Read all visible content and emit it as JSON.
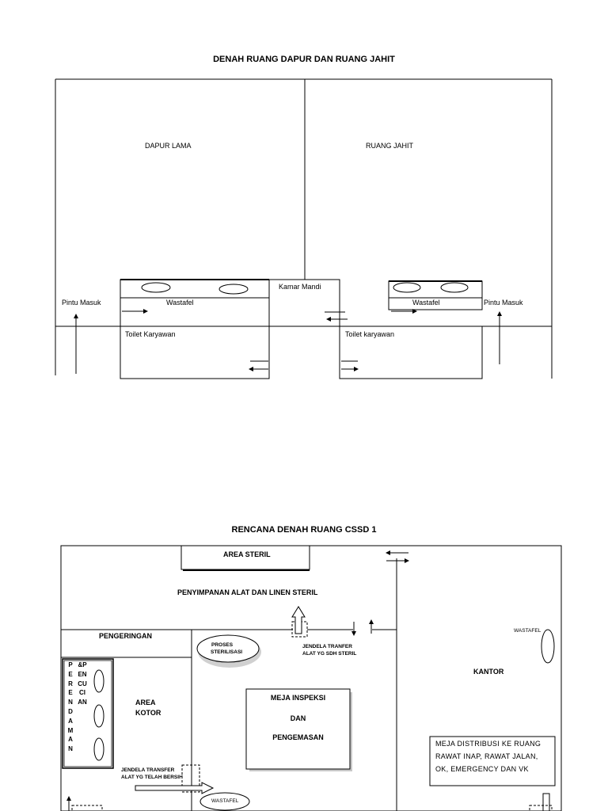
{
  "plan1": {
    "title": "DENAH RUANG DAPUR DAN RUANG JAHIT",
    "room_left": "DAPUR LAMA",
    "room_right": "RUANG JAHIT",
    "entrance_left": "Pintu Masuk",
    "entrance_right": "Pintu Masuk",
    "sink_left": "Wastafel",
    "sink_right": "Wastafel",
    "bathroom": "Kamar Mandi",
    "toilet_left": "Toilet Karyawan",
    "toilet_right": "Toilet karyawan"
  },
  "plan2": {
    "title": "RENCANA DENAH RUANG CSSD 1",
    "sterile_area": "AREA STERIL",
    "storage": "PENYIMPANAN ALAT DAN LINEN STERIL",
    "drying": "PENGERINGAN",
    "soaking": "PERENDAMAN",
    "washing": "&PENCUCIAN",
    "dirty_area_line1": "AREA",
    "dirty_area_line2": "KOTOR",
    "sterilization_line1": "PROSES",
    "sterilization_line2": "STERILISASI",
    "transfer_sterile_line1": "JENDELA TRANFER",
    "transfer_sterile_line2": "ALAT YG SDH STERIL",
    "inspection_line1": "MEJA INSPEKSI",
    "inspection_line2": "DAN",
    "inspection_line3": "PENGEMASAN",
    "office": "KANTOR",
    "sink_office": "WASTAFEL",
    "distribution_line1": "MEJA DISTRIBUSI KE RUANG",
    "distribution_line2": "RAWAT INAP, RAWAT JALAN,",
    "distribution_line3": "OK, EMERGENCY DAN VK",
    "transfer_clean_line1": "JENDELA TRANSFER",
    "transfer_clean_line2": "ALAT YG TELAH BERSIH",
    "sink_bottom": "WASTAFEL"
  }
}
